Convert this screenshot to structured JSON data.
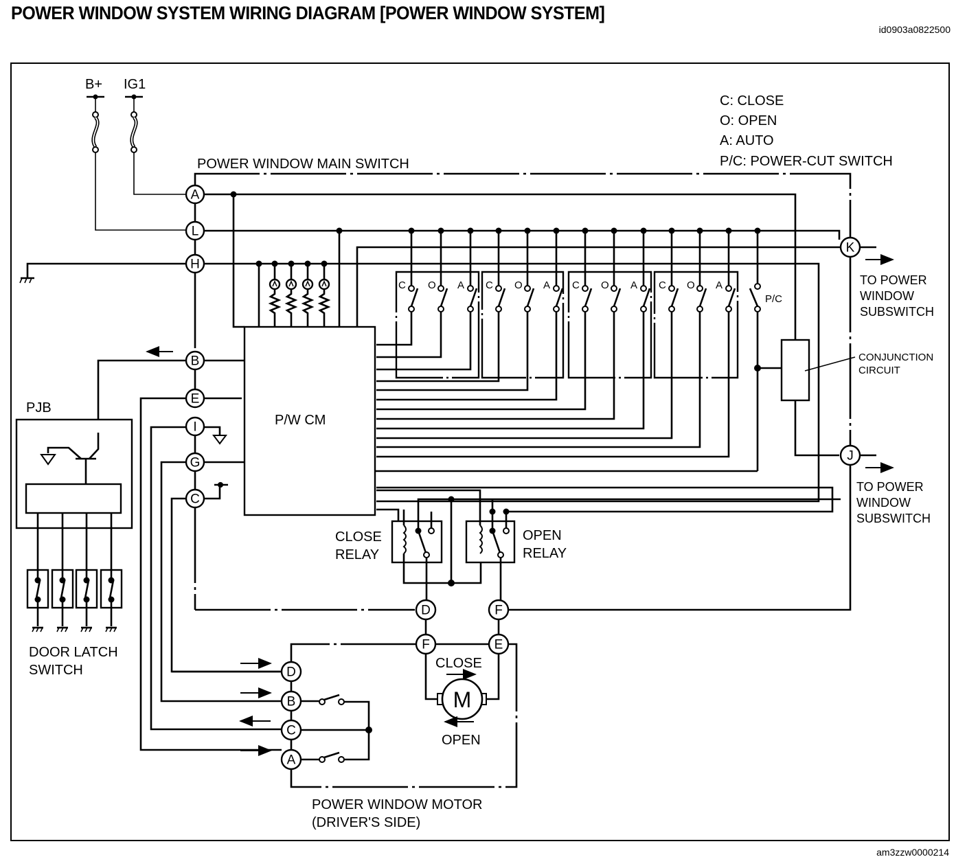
{
  "document": {
    "title": "POWER WINDOW SYSTEM WIRING DIAGRAM [POWER WINDOW SYSTEM]",
    "doc_id": "id0903a0822500",
    "figure_id": "am3zzw0000214"
  },
  "legend": {
    "items": [
      "C: CLOSE",
      "O: OPEN",
      "A: AUTO",
      "P/C: POWER-CUT SWITCH"
    ]
  },
  "power_sources": {
    "battery": "B+",
    "ignition": "IG1"
  },
  "main_switch": {
    "label": "POWER WINDOW MAIN SWITCH",
    "module_label": "P/W CM",
    "power_cut_label": "P/C",
    "switch_groups": [
      {
        "contacts": [
          "C",
          "O",
          "A"
        ]
      },
      {
        "contacts": [
          "C",
          "O",
          "A"
        ]
      },
      {
        "contacts": [
          "C",
          "O",
          "A"
        ]
      },
      {
        "contacts": [
          "C",
          "O",
          "A"
        ]
      }
    ],
    "connectors": {
      "A": "A",
      "L": "L",
      "H": "H",
      "B": "B",
      "E": "E",
      "I": "I",
      "G": "G",
      "C": "C",
      "K": "K",
      "J": "J",
      "D": "D",
      "F": "F"
    }
  },
  "relays": {
    "close": [
      "CLOSE",
      "RELAY"
    ],
    "open": [
      "OPEN",
      "RELAY"
    ]
  },
  "subswitch_labels": {
    "upper": [
      "TO POWER",
      "WINDOW",
      "SUBSWITCH"
    ],
    "lower": [
      "TO POWER",
      "WINDOW",
      "SUBSWITCH"
    ]
  },
  "conjunction_circuit": [
    "CONJUNCTION",
    "CIRCUIT"
  ],
  "pjb": {
    "label": "PJB"
  },
  "door_latch_switch": [
    "DOOR LATCH",
    "SWITCH"
  ],
  "motor": {
    "symbol": "M",
    "close_label": "CLOSE",
    "open_label": "OPEN",
    "connectors": {
      "F": "F",
      "E": "E",
      "D": "D",
      "B": "B",
      "C": "C",
      "A": "A"
    },
    "caption": [
      "POWER WINDOW MOTOR",
      "(DRIVER'S SIDE)"
    ]
  }
}
